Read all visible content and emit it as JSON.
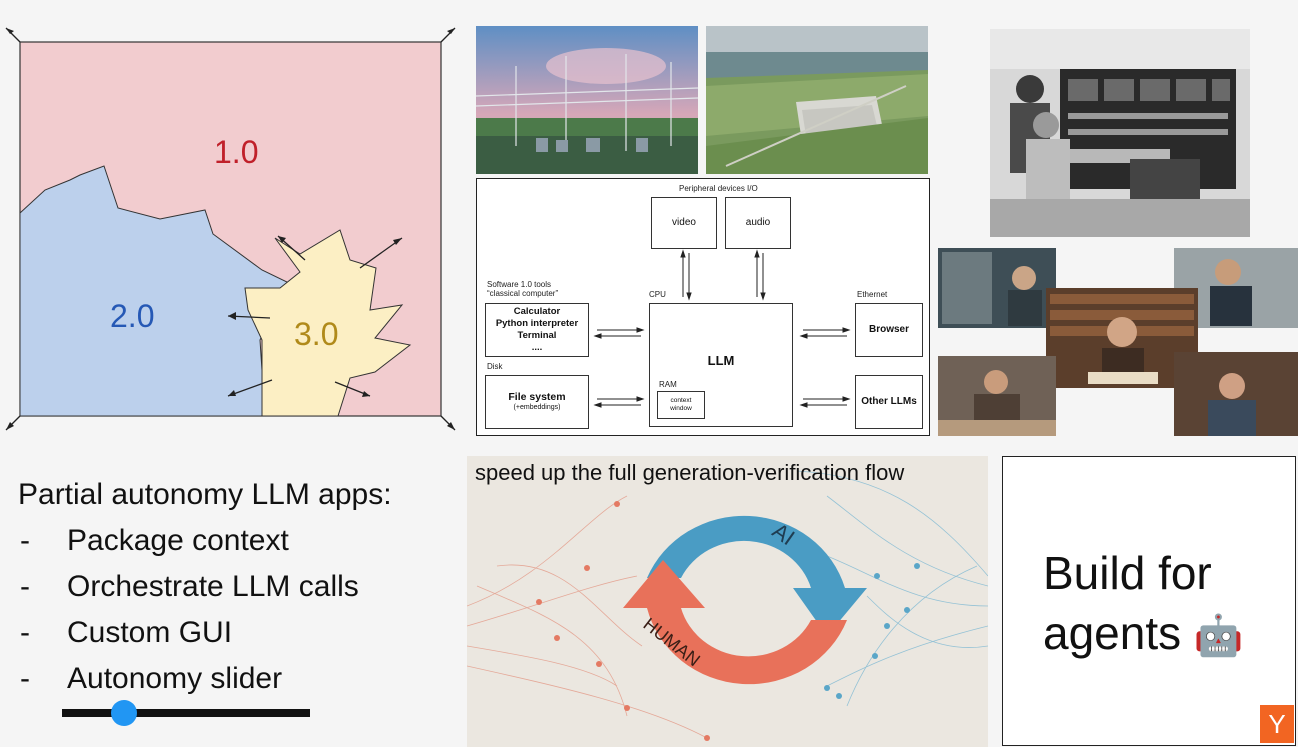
{
  "map": {
    "label_1": "1.0",
    "label_2": "2.0",
    "label_3": "3.0",
    "colors": {
      "software_1": "#f2cccf",
      "software_2": "#bcd0ec",
      "software_3": "#fcefc4"
    }
  },
  "photos": [
    {
      "name": "power-substation-photo"
    },
    {
      "name": "datacenter-aerial-photo"
    },
    {
      "name": "vintage-mainframe-photo"
    },
    {
      "name": "library-students-collage"
    }
  ],
  "architecture": {
    "peripheral_label": "Peripheral devices I/O",
    "video": "video",
    "audio": "audio",
    "tools_label_1": "Software 1.0 tools",
    "tools_label_2": "“classical computer”",
    "tools_box": [
      "Calculator",
      "Python interpreter",
      "Terminal",
      "...."
    ],
    "cpu_label": "CPU",
    "llm": "LLM",
    "ram_label": "RAM",
    "context_window": [
      "context",
      "window"
    ],
    "disk_label": "Disk",
    "file_system": "File system",
    "embeddings": "(+embeddings)",
    "ethernet_label": "Ethernet",
    "browser": "Browser",
    "other_llms": "Other LLMs"
  },
  "autonomy": {
    "heading": "Partial autonomy LLM apps:",
    "items": [
      "Package context",
      "Orchestrate LLM calls",
      "Custom GUI",
      "Autonomy slider"
    ],
    "slider_value": 0.25,
    "slider_color": "#2196f3"
  },
  "loop": {
    "title": "speed up the full generation-verification flow",
    "ai_label": "AI",
    "human_label": "HUMAN",
    "ai_color": "#4a9cc4",
    "human_color": "#e8715a"
  },
  "agents": {
    "line1": "Build for",
    "line2": "agents",
    "emoji": "🤖"
  },
  "badge": {
    "label": "Y",
    "color": "#f26522"
  }
}
